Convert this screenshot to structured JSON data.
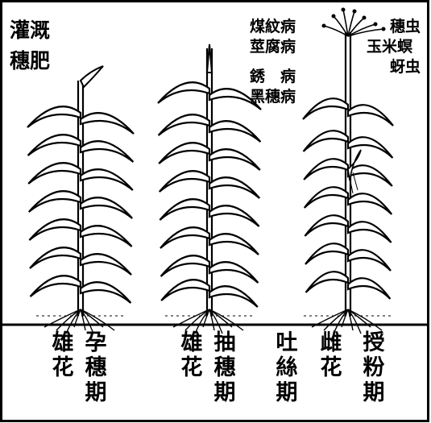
{
  "top_labels": {
    "management": [
      "灌溉",
      "穗肥"
    ],
    "diseases": [
      "煤紋病",
      "莖腐病",
      "銹　病",
      "黑穗病"
    ],
    "pests": [
      "穗虫",
      "玉米螟",
      "蚜虫"
    ]
  },
  "stages": [
    {
      "lines": [
        "雄",
        "花"
      ]
    },
    {
      "lines": [
        "孕",
        "穗",
        "期"
      ]
    },
    {
      "lines": [
        "雄",
        "花"
      ]
    },
    {
      "lines": [
        "抽",
        "穗",
        "期"
      ]
    },
    {
      "lines": [
        "吐",
        "絲",
        "期"
      ]
    },
    {
      "lines": [
        "雌",
        "花"
      ]
    },
    {
      "lines": [
        "授",
        "粉",
        "期"
      ]
    }
  ]
}
